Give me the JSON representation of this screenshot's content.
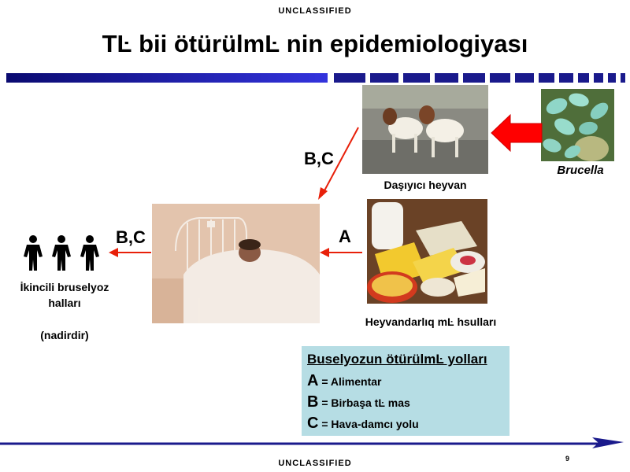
{
  "header": {
    "classification": "UNCLASSIFIED"
  },
  "title": "TĿ bii ötürülmĿ nin epidemiologiyası",
  "labels": {
    "brucella": "Brucella",
    "carrier": "Daşıyıcı heyvan",
    "products": "Heyvandarlıq mĿ hsulları",
    "secondary_line1": "İkincili bruselyoz",
    "secondary_line2": "halları",
    "rare": "(nadirdir)"
  },
  "arrows": {
    "carrier_to_patient": "B,C",
    "patient_to_people": "B,C",
    "products_to_patient": "A"
  },
  "legend": {
    "title": "Buselyozun ötürülmĿ  yolları",
    "items": [
      {
        "key": "A",
        "text": "= Alimentar"
      },
      {
        "key": "B",
        "text": "= Birbaşa tĿ mas"
      },
      {
        "key": "C",
        "text": "= Hava-damcı yolu"
      }
    ]
  },
  "footer": {
    "classification": "UNCLASSIFIED",
    "page_number": "9"
  },
  "colors": {
    "navy": "#1a1a8c",
    "arrow_red": "#e8200a",
    "legend_bg": "#b6dde4"
  }
}
